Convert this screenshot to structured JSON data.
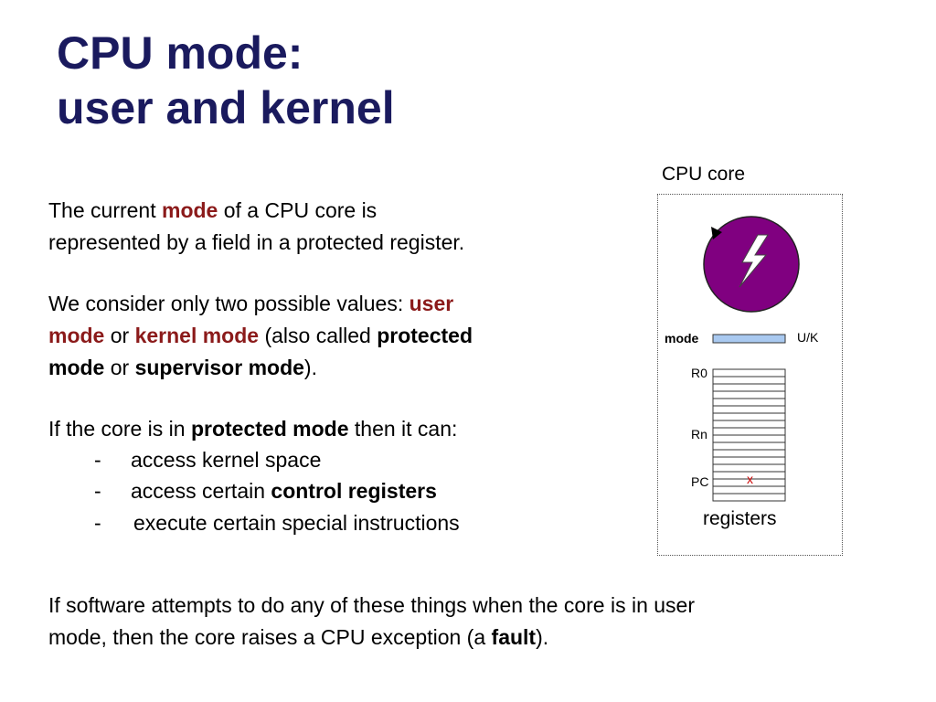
{
  "slide": {
    "title_line1": "CPU mode:",
    "title_line2": "user and kernel",
    "p1": {
      "a": "The current ",
      "mode": "mode",
      "b": " of a CPU core is",
      "line2": "represented by a field in a protected register."
    },
    "p2": {
      "a": "We consider only two possible values: ",
      "user": "user",
      "mode1": "mode",
      "or1": " or ",
      "kernel_mode": "kernel mode",
      "b": " (also called ",
      "protected": "protected",
      "mode2": "mode",
      "or2": " or ",
      "supervisor_mode": "supervisor mode",
      "c": ")."
    },
    "p3": {
      "a": "If the core is in ",
      "protected_mode": "protected mode",
      "b": " then it can:"
    },
    "bullets": {
      "dash": "-",
      "item1": "access kernel space",
      "item2_a": "access certain ",
      "item2_b": "control registers",
      "item3": "execute certain special instructions"
    },
    "p4": {
      "line1": "If software attempts to do any of these things when the core is in user",
      "line2_a": "mode, then the core raises a CPU exception (a ",
      "fault": "fault",
      "line2_b": ")."
    }
  },
  "diagram": {
    "core_label": "CPU core",
    "mode_label": "mode",
    "uk_label": "U/K",
    "r0_label": "R0",
    "rn_label": "Rn",
    "pc_label": "PC",
    "pc_value": "x",
    "registers_label": "registers",
    "icons": [
      "lightning-icon",
      "arrow-icon"
    ],
    "colors": {
      "core_circle": "#800080",
      "mode_register": "#a9c9f0",
      "title": "#1a1a5e",
      "highlight": "#8b1a1a",
      "pc_value": "#cc0000"
    }
  }
}
